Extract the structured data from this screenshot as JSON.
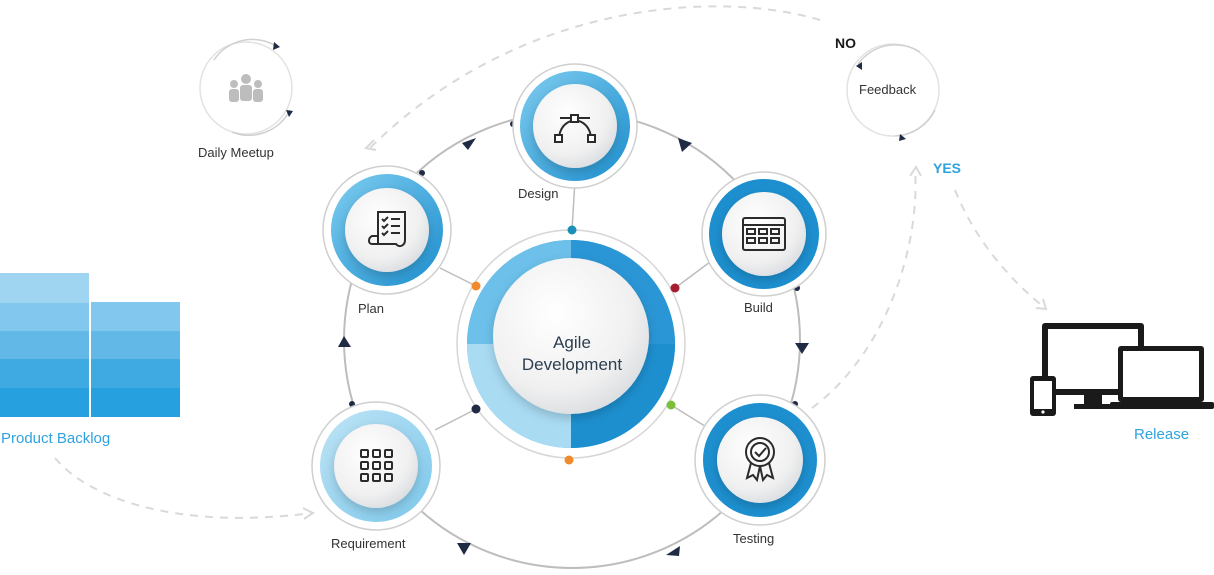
{
  "center": {
    "line1": "Agile",
    "line2": "Development"
  },
  "stages": {
    "design": "Design",
    "build": "Build",
    "testing": "Testing",
    "requirement": "Requirement",
    "plan": "Plan"
  },
  "side": {
    "daily_meetup": "Daily Meetup",
    "feedback": "Feedback",
    "no": "NO",
    "yes": "YES",
    "product_backlog": "Product Backlog",
    "release": "Release"
  },
  "icons": {
    "design": "bezier-curve-icon",
    "build": "browser-window-icon",
    "testing": "award-badge-icon",
    "requirement": "grid-icon",
    "plan": "checklist-icon",
    "daily_meetup": "team-icon",
    "release": "devices-icon"
  },
  "colors": {
    "accent": "#2fa3dd",
    "dark_navy": "#1f2a44",
    "dot_orange": "#f08a2c",
    "dot_red": "#a61e2e",
    "dot_green": "#7cbf3a",
    "dot_teal": "#1b8fb8"
  }
}
